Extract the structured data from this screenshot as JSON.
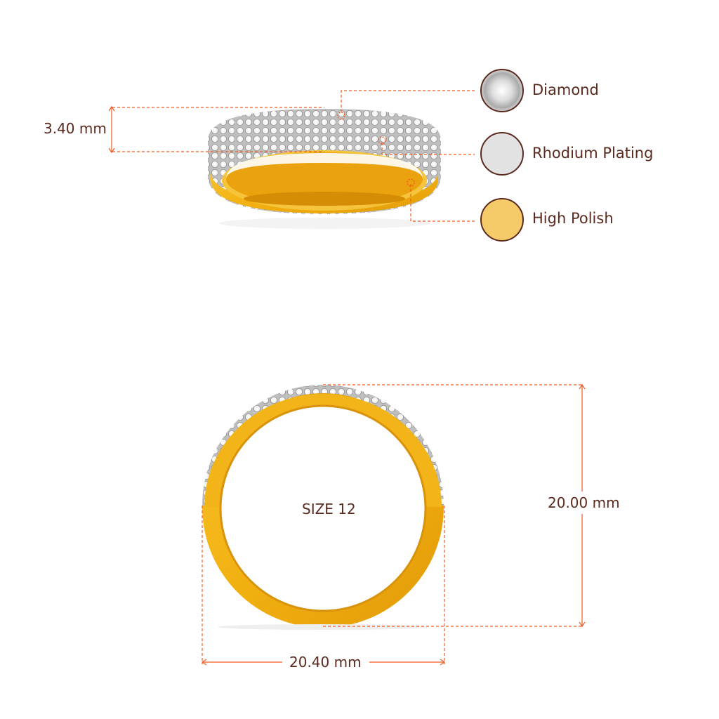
{
  "dimensions": {
    "band_width": "3.40 mm",
    "ring_height": "20.00 mm",
    "ring_width": "20.40 mm",
    "size_label": "SIZE 12"
  },
  "legend": [
    {
      "label": "Diamond",
      "color": "#e8e8e8"
    },
    {
      "label": "Rhodium Plating",
      "color": "#e2e2e2"
    },
    {
      "label": "High Polish",
      "color": "#f5cb6a"
    }
  ],
  "colors": {
    "annotation_line": "#f05a22",
    "text": "#5a2a1e",
    "gold": "#f2b418",
    "gold_dark": "#d9930a",
    "pave": "#cfcfcf"
  }
}
